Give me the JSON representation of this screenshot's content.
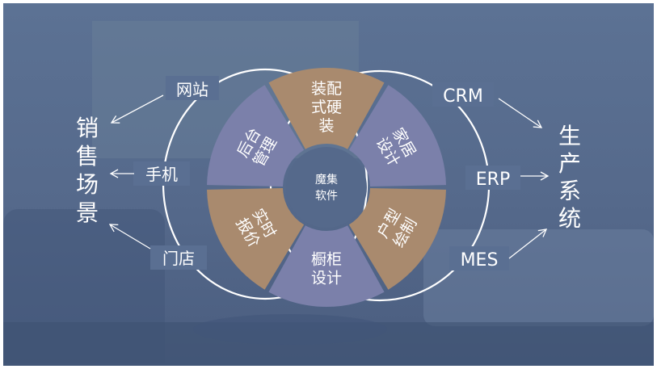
{
  "hub": {
    "line1": "魔集",
    "line2": "软件"
  },
  "segments": [
    {
      "lines": [
        "装配",
        "式硬",
        "装"
      ],
      "color": "#a98a6e"
    },
    {
      "lines": [
        "家居",
        "设计"
      ],
      "color": "#7b80aa"
    },
    {
      "lines": [
        "户型",
        "绘制"
      ],
      "color": "#a98a6e"
    },
    {
      "lines": [
        "橱柜",
        "设计"
      ],
      "color": "#7b80aa"
    },
    {
      "lines": [
        "实时",
        "报价"
      ],
      "color": "#a98a6e"
    },
    {
      "lines": [
        "后台",
        "管理"
      ],
      "color": "#7b80aa"
    }
  ],
  "left": {
    "heading": [
      "销",
      "售",
      "场",
      "景"
    ],
    "items": {
      "website": "网站",
      "mobile": "手机",
      "store": "门店"
    }
  },
  "right": {
    "heading": [
      "生",
      "产",
      "系",
      "统"
    ],
    "items": {
      "crm": "CRM",
      "erp": "ERP",
      "mes": "MES"
    }
  },
  "colors": {
    "background": "#5a6f92",
    "hub": "#55698b",
    "line": "#ffffff"
  }
}
